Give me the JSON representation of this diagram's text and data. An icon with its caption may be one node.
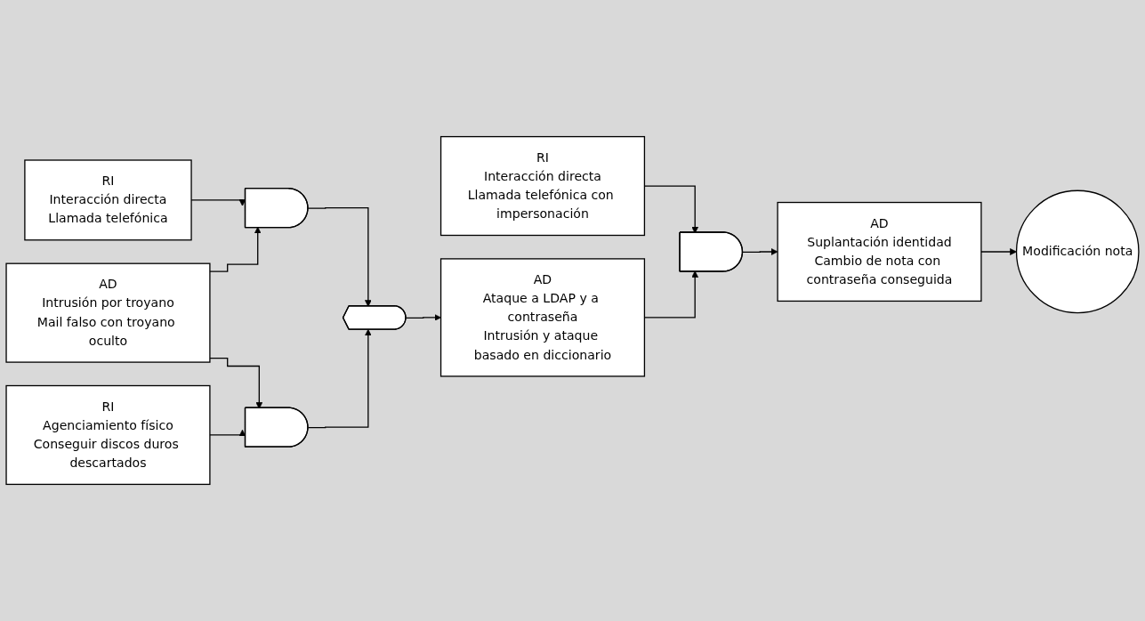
{
  "diagram": {
    "nodes": [
      {
        "text": [
          "RI",
          "Interacción directa",
          "Llamada telefónica"
        ]
      },
      {
        "text": [
          "AD",
          "Intrusión por troyano",
          "Mail falso con troyano oculto"
        ]
      },
      {
        "text": [
          "RI",
          "Agenciamiento físico",
          "Conseguir discos duros descartados"
        ]
      },
      {
        "text": [],
        "shape": "and-gate"
      },
      {
        "text": [],
        "shape": "and-gate"
      },
      {
        "text": [],
        "shape": "or-gate"
      },
      {
        "text": [
          "AD",
          "Ataque a LDAP y a contraseña",
          "Intrusión y ataque basado en diccionario"
        ]
      },
      {
        "text": [
          "RI",
          "Interacción directa",
          "Llamada telefónica con impersonación"
        ]
      },
      {
        "text": [],
        "shape": "and-gate"
      },
      {
        "text": [
          "AD",
          "Suplantación identidad",
          "Cambio de nota con contraseña conseguida"
        ]
      },
      {
        "text": [
          "Modificación nota"
        ]
      }
    ],
    "edges": [
      {
        "from": 0,
        "to": 3,
        "arrow": "to"
      },
      {
        "from": 1,
        "to": 3,
        "arrow": "to"
      },
      {
        "from": 1,
        "to": 4,
        "arrow": "to"
      },
      {
        "from": 2,
        "to": 4,
        "arrow": "to"
      },
      {
        "from": 3,
        "to": 5,
        "arrow": "to"
      },
      {
        "from": 4,
        "to": 5,
        "arrow": "to"
      },
      {
        "from": 5,
        "to": 6,
        "arrow": "to"
      },
      {
        "from": 7,
        "to": 8,
        "arrow": "to"
      },
      {
        "from": 6,
        "to": 8,
        "arrow": "to"
      },
      {
        "from": 8,
        "to": 9,
        "arrow": "to"
      },
      {
        "from": 9,
        "to": 10,
        "arrow": "to"
      }
    ]
  }
}
